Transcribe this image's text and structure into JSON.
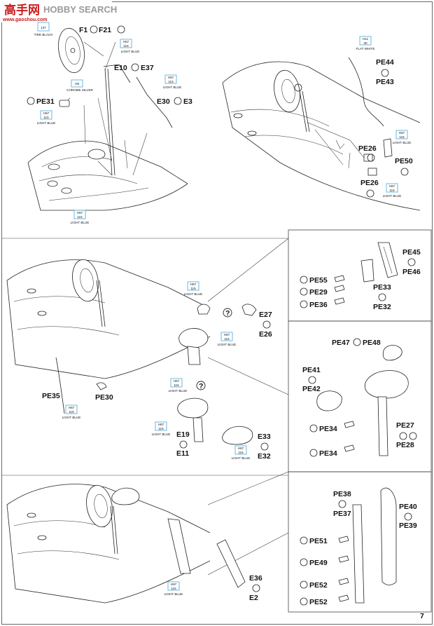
{
  "watermark": {
    "brand_cn": "高手网",
    "brand_en": "HOBBY SEARCH",
    "site": "www.gaoshou.com",
    "color_red": "#cc1b1b",
    "color_grey": "#9a9a9a"
  },
  "page_number": "7",
  "accent_color": "#4aa8d8",
  "callout": {
    "opposite": "⊖",
    "direction": "↷",
    "unknown": "?"
  },
  "labels": {
    "f1": "F1",
    "f21": "F21",
    "e10": "E10",
    "e37": "E37",
    "e30": "E30",
    "e3": "E3",
    "pe31": "PE31",
    "pe44": "PE44",
    "pe43": "PE43",
    "pe26_a": "PE26",
    "pe26_b": "PE26",
    "pe50": "PE50",
    "pe45": "PE45",
    "pe46": "PE46",
    "pe55": "PE55",
    "pe29": "PE29",
    "pe36": "PE36",
    "pe33": "PE33",
    "pe32": "PE32",
    "e27": "E27",
    "e26": "E26",
    "pe35": "PE35",
    "pe30": "PE30",
    "e19": "E19",
    "e11": "E11",
    "e33": "E33",
    "e32": "E32",
    "pe47": "PE47",
    "pe48": "PE48",
    "pe41": "PE41",
    "pe42": "PE42",
    "pe34_a": "PE34",
    "pe34_b": "PE34",
    "pe27": "PE27",
    "pe28": "PE28",
    "pe38": "PE38",
    "pe37": "PE37",
    "pe40": "PE40",
    "pe39": "PE39",
    "pe51": "PE51",
    "pe49": "PE49",
    "pe52_a": "PE52",
    "pe52_b": "PE52",
    "e36": "E36",
    "e2": "E2"
  },
  "paint_tags": {
    "tire_black": {
      "code": "137",
      "name": "TIRE BLACK"
    },
    "chrome_silver": {
      "code": "H8",
      "sub": "",
      "name": "CHROME SILVER"
    },
    "flat_white": {
      "code": "H11",
      "sub": "30",
      "name": "FLAT WHITE"
    },
    "light_blue": {
      "code": "H67",
      "sub": "115",
      "name": "LIGHT BLUE"
    }
  }
}
